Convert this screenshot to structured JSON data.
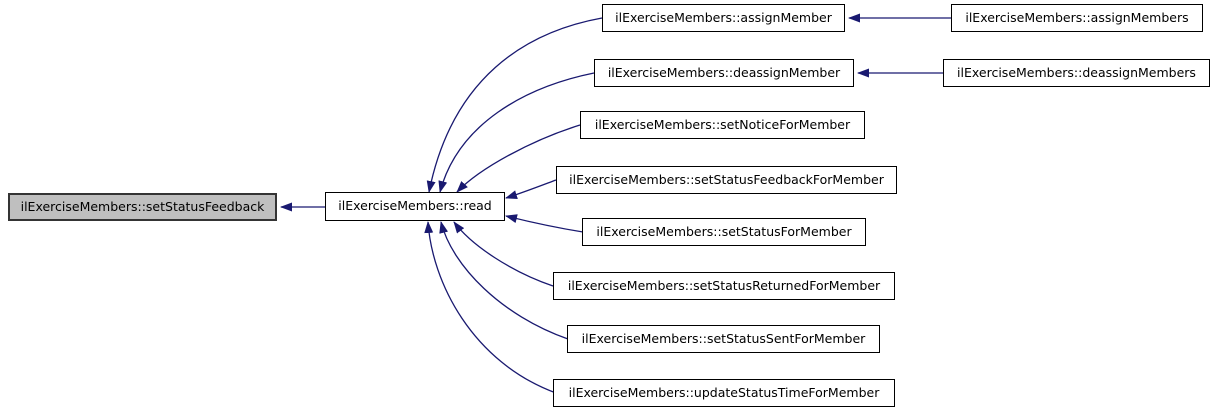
{
  "diagram": {
    "type": "caller-graph",
    "colors": {
      "edge": "#191970",
      "node_fill": "#ffffff",
      "node_border": "#000000",
      "current_node_fill": "#bfbfbf",
      "background": "#ffffff",
      "text": "#000000"
    },
    "nodes": [
      {
        "id": "setStatusFeedback",
        "label": "ilExerciseMembers::setStatusFeedback",
        "current": true
      },
      {
        "id": "read",
        "label": "ilExerciseMembers::read",
        "current": false
      },
      {
        "id": "assignMember",
        "label": "ilExerciseMembers::assignMember",
        "current": false
      },
      {
        "id": "assignMembers",
        "label": "ilExerciseMembers::assignMembers",
        "current": false
      },
      {
        "id": "deassignMember",
        "label": "ilExerciseMembers::deassignMember",
        "current": false
      },
      {
        "id": "deassignMembers",
        "label": "ilExerciseMembers::deassignMembers",
        "current": false
      },
      {
        "id": "setNoticeForMember",
        "label": "ilExerciseMembers::setNoticeForMember",
        "current": false
      },
      {
        "id": "setStatusFeedbackForMember",
        "label": "ilExerciseMembers::setStatusFeedbackForMember",
        "current": false
      },
      {
        "id": "setStatusForMember",
        "label": "ilExerciseMembers::setStatusForMember",
        "current": false
      },
      {
        "id": "setStatusReturnedForMember",
        "label": "ilExerciseMembers::setStatusReturnedForMember",
        "current": false
      },
      {
        "id": "setStatusSentForMember",
        "label": "ilExerciseMembers::setStatusSentForMember",
        "current": false
      },
      {
        "id": "updateStatusTimeForMember",
        "label": "ilExerciseMembers::updateStatusTimeForMember",
        "current": false
      }
    ],
    "edges": [
      {
        "from": "read",
        "to": "setStatusFeedback"
      },
      {
        "from": "assignMember",
        "to": "read"
      },
      {
        "from": "deassignMember",
        "to": "read"
      },
      {
        "from": "setNoticeForMember",
        "to": "read"
      },
      {
        "from": "setStatusFeedbackForMember",
        "to": "read"
      },
      {
        "from": "setStatusForMember",
        "to": "read"
      },
      {
        "from": "setStatusReturnedForMember",
        "to": "read"
      },
      {
        "from": "setStatusSentForMember",
        "to": "read"
      },
      {
        "from": "updateStatusTimeForMember",
        "to": "read"
      },
      {
        "from": "assignMembers",
        "to": "assignMember"
      },
      {
        "from": "deassignMembers",
        "to": "deassignMember"
      }
    ]
  }
}
